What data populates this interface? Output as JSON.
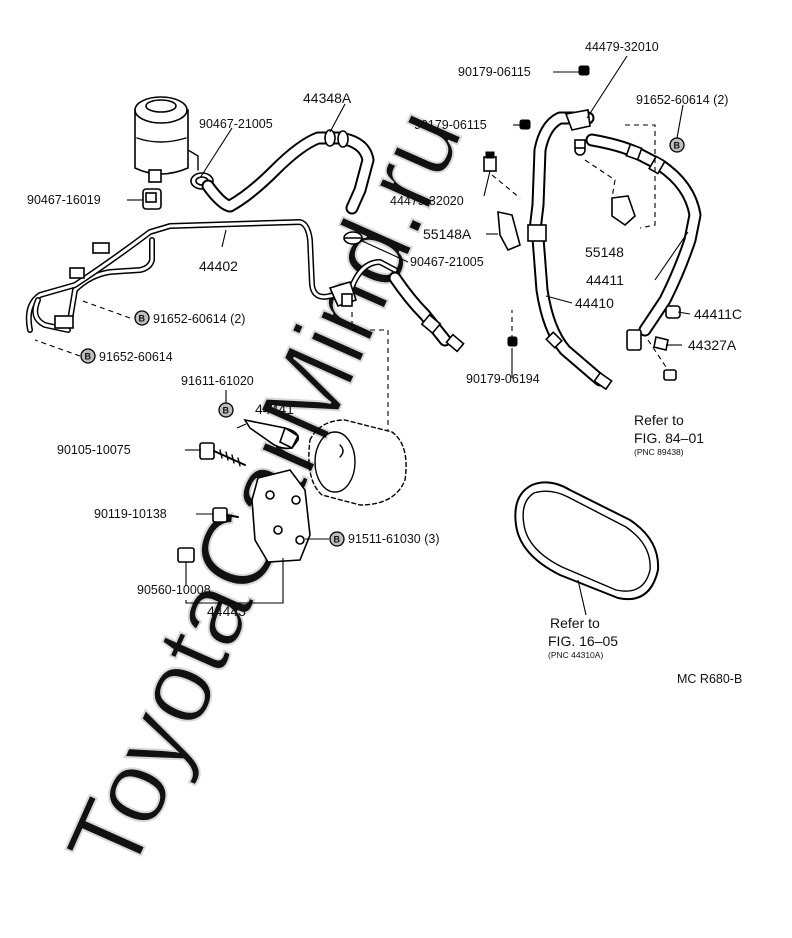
{
  "watermark": "ToyotaCarMind.ru",
  "bolt_symbol": "B",
  "labels": {
    "p44479_32010": "44479-32010",
    "p90179_06115_a": "90179-06115",
    "p90179_06115_b": "90179-06115",
    "p91652_60614_2_right": "91652-60614 (2)",
    "p44348a": "44348A",
    "p90467_21005_a": "90467-21005",
    "p90467_16019": "90467-16019",
    "p44479_32020": "44479-32020",
    "p55148a": "55148A",
    "p55148": "55148",
    "p44402": "44402",
    "p90467_21005_b": "90467-21005",
    "p44411": "44411",
    "p44410": "44410",
    "p91652_60614_2_left": "91652-60614 (2)",
    "p44411c": "44411C",
    "p91652_60614": "91652-60614",
    "p44327a": "44327A",
    "p90179_06194": "90179-06194",
    "p91611_61020": "91611-61020",
    "p44441": "44441",
    "p90105_10075": "90105-10075",
    "p90119_10138": "90119-10138",
    "p91511_61030_3": "91511-61030 (3)",
    "p90560_10008": "90560-10008",
    "p44443": "44443"
  },
  "references": {
    "fig84": {
      "line1": "Refer to",
      "line2": "FIG. 84–01",
      "line3": "(PNC 89438)"
    },
    "fig16": {
      "line1": "Refer to",
      "line2": "FIG. 16–05",
      "line3": "(PNC 44310A)"
    }
  },
  "figure_code": "MC R680-B"
}
